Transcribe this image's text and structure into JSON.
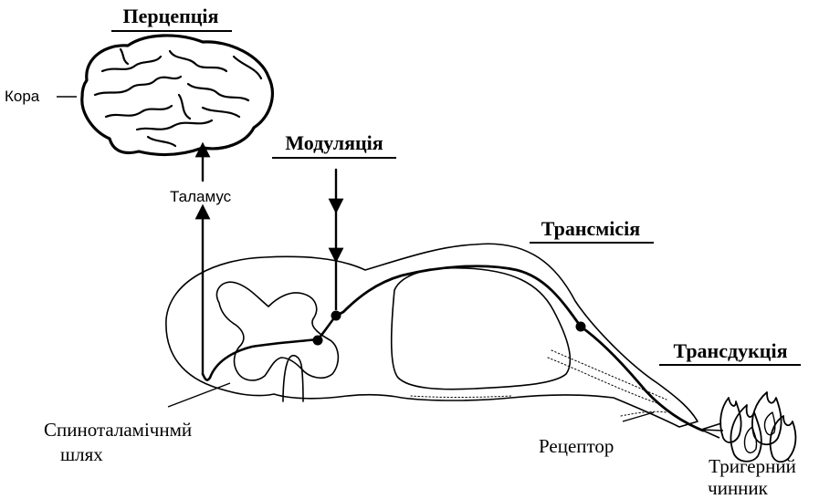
{
  "stages": {
    "perception": "Перцепція",
    "modulation": "Модуляція",
    "transmission": "Трансмісія",
    "transduction": "Трансдукція"
  },
  "labels": {
    "cortex": "Кора",
    "thalamus": "Таламус",
    "spinothalamic_line1": "Спиноталамічнмй",
    "spinothalamic_line2": "шлях",
    "receptor": "Рецептор",
    "trigger_line1": "Тригерний",
    "trigger_line2": "чинник"
  }
}
